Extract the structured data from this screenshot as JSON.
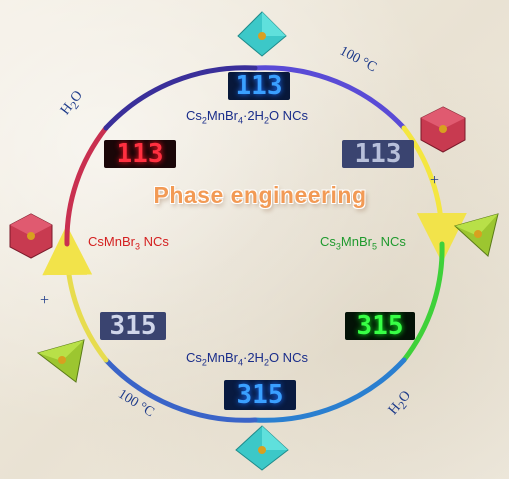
{
  "title": "Phase engineering",
  "compounds": {
    "top": "Cs2MnBr4·2H2O NCs",
    "left": "CsMnBr3 NCs",
    "right": "Cs3MnBr5 NCs",
    "bottom": "Cs2MnBr4·2H2O NCs"
  },
  "displays": {
    "top": "113",
    "left_red": "113",
    "right_faded": "113",
    "right_green": "315",
    "left_faded": "315",
    "bottom": "315"
  },
  "conditions": {
    "top_right": "100 °C",
    "top_left": "H2O",
    "bottom_left": "100 °C",
    "bottom_right": "H2O"
  },
  "plus_signs": [
    "+",
    "+"
  ],
  "colors": {
    "title": "#f29a55",
    "left_compound": "#d42020",
    "right_compound": "#1f9a2e",
    "blue_compound": "#1a2d8a",
    "display_blue": "#2f8fff",
    "display_red": "#ff2a3a",
    "display_green": "#2dff3a",
    "display_silver": "#c8d0e4"
  }
}
